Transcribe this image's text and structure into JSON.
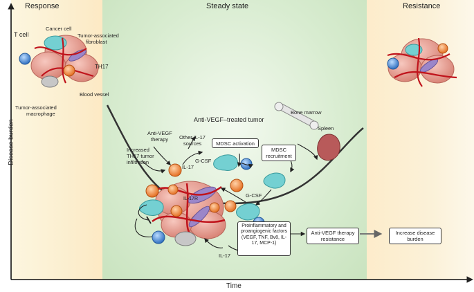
{
  "headers": {
    "response": "Response",
    "steady_state": "Steady state",
    "resistance": "Resistance"
  },
  "axes": {
    "y_label": "Disease burden",
    "x_label": "Time"
  },
  "cell_labels": {
    "t_cell": "T cell",
    "cancer_cell": "Cancer cell",
    "taf_line1": "Tumor-associated",
    "taf_line2": "fibroblast",
    "th17": "TH17",
    "blood_vessel": "Blood vessel",
    "tam_line1": "Tumor-associated",
    "tam_line2": "macrophage"
  },
  "center": {
    "tumor_title": "Anti-VEGF–treated tumor",
    "bone_marrow": "Bone marrow",
    "spleen": "Spleen",
    "anti_vegf_line1": "Anti-VEGF",
    "anti_vegf_line2": "therapy",
    "other_il17_line1": "Other IL-17",
    "other_il17_line2": "sources",
    "increased_line1": "Increased",
    "increased_line2": "TH17 tumor",
    "increased_line3": "infiltration",
    "il17_top": "IL-17",
    "gcsf_top": "G-CSF",
    "il17r": "IL-17R",
    "gcsf_mid": "G-CSF",
    "il17_bottom": "IL-17"
  },
  "boxes": {
    "mdsc_activation": "MDSC activation",
    "mdsc_recruitment": "MDSC recruitment",
    "proinflammatory": "Proinflammatory and proangiogenic factors (VEGF, TNF, Bv8, IL-17, MCP-1)",
    "therapy_resistance": "Anti-VEGF therapy resistance",
    "increase_burden": "Increase disease burden"
  },
  "colors": {
    "response_bg": "#fbefd0",
    "steady_bg": "#d8ecd0",
    "resistance_bg": "#fbf1d8",
    "cancer_cell": "#e9a59a",
    "t_cell": "#4f8fd6",
    "th17": "#f08a3c",
    "fibroblast": "#9b86c9",
    "mdsc": "#6fcfd1",
    "macrophage": "#b9b9b9",
    "vessel": "#c0141c"
  }
}
